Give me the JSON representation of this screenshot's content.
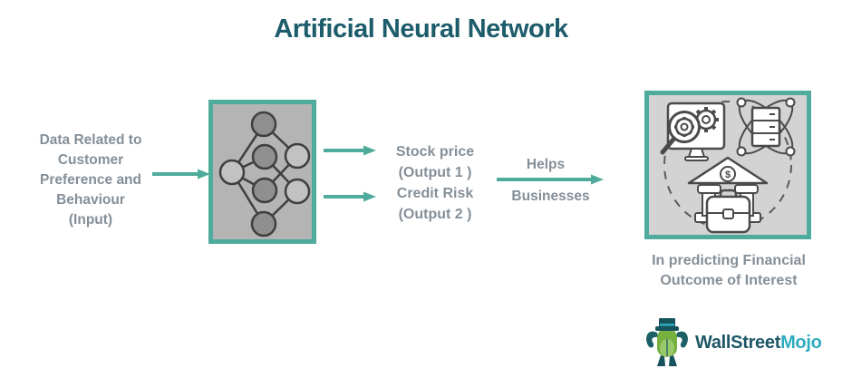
{
  "title": "Artificial Neural Network",
  "colors": {
    "accent_teal": "#4fab9c",
    "title_teal": "#1d5c6b",
    "text_gray": "#858f98",
    "nn_box_fill": "#b4b4b4",
    "nn_hidden_node_fill": "#8f8f8f",
    "nn_io_node_fill": "#c2c2c2",
    "outcome_box_fill": "#d3d3d3",
    "logo_dark": "#1d5766",
    "logo_light": "#2fadc0"
  },
  "flow": {
    "input_label": "Data Related to\nCustomer\nPreference and\nBehaviour\n(Input)",
    "outputs_label": "Stock price\n(Output 1 )\nCredit Risk\n(Output 2 )",
    "helps_top": "Helps",
    "helps_bottom": "Businesses",
    "outcome_caption": "In predicting Financial\nOutcome of Interest",
    "bank_dollar": "$"
  },
  "icons": {
    "neural_network": "neural-network-nodes",
    "analysis": "magnifier-gears-monitor",
    "data_network": "server-orbit-network",
    "finance": "bank-briefcase-dollar",
    "logo": "bull-mascot"
  },
  "logo": {
    "part1": "WallStreet",
    "part2": "Mojo"
  }
}
